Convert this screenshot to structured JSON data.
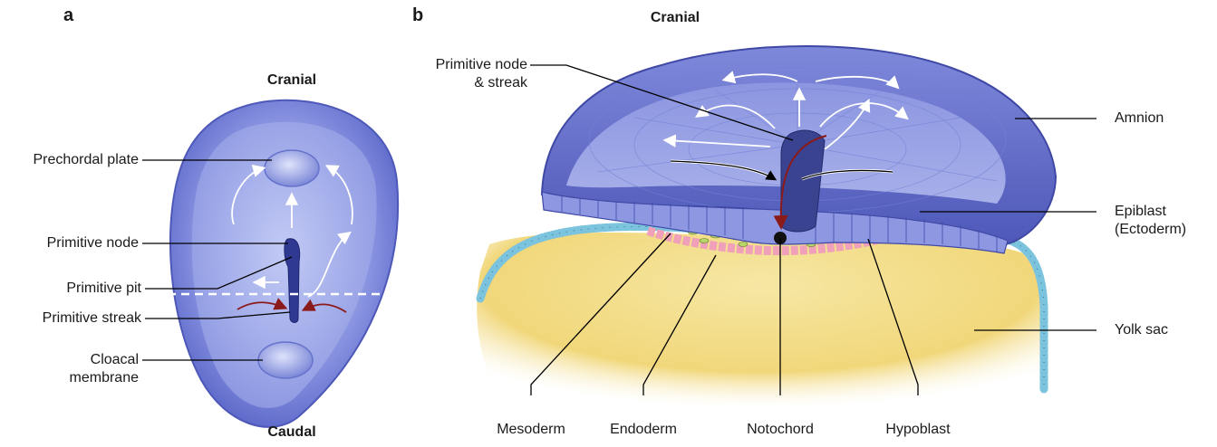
{
  "panel_a": {
    "letter": "a",
    "cranial": "Cranial",
    "caudal": "Caudal",
    "labels": {
      "prechordal_plate": "Prechordal plate",
      "primitive_node": "Primitive node",
      "primitive_pit": "Primitive pit",
      "primitive_streak": "Primitive streak",
      "cloacal_line1": "Cloacal",
      "cloacal_line2": "membrane"
    }
  },
  "panel_b": {
    "letter": "b",
    "cranial": "Cranial",
    "labels": {
      "node_streak_line1": "Primitive node",
      "node_streak_line2": "& streak",
      "amnion": "Amnion",
      "epiblast_line1": "Epiblast",
      "epiblast_line2": "(Ectoderm)",
      "yolk_sac": "Yolk sac",
      "mesoderm": "Mesoderm",
      "endoderm": "Endoderm",
      "notochord": "Notochord",
      "hypoblast": "Hypoblast"
    }
  },
  "colors": {
    "disc_blue": "#5b68c9",
    "disc_light": "#a9b3ee",
    "yolk": "#f3dc80",
    "hypoblast_cells": "#8fd0e6",
    "endoderm_cells": "#f0a0b8",
    "mesoderm_cells": "#b9d66a",
    "migration_arrow": "#8b1a1a"
  }
}
